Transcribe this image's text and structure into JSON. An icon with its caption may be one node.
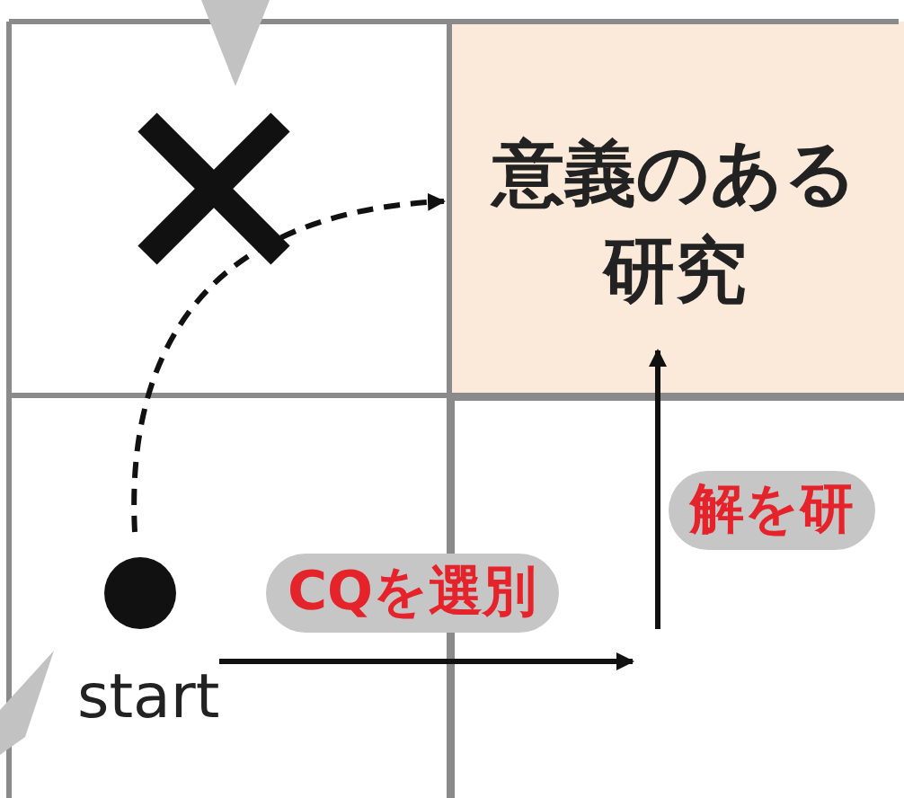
{
  "diagram": {
    "nodes": [
      {
        "text": [
          "意義のある研究"
        ]
      },
      {
        "text": [],
        "shape": "circle",
        "beside": [
          "start"
        ]
      },
      {
        "text": [],
        "shape": "box"
      }
    ],
    "edges": [
      {
        "from": 1,
        "to": 2,
        "arrow": "to",
        "label": "CQを選別"
      },
      {
        "from": 2,
        "to": 0,
        "arrow": "to",
        "label": "解を研"
      },
      {
        "from": 1,
        "to": 0,
        "arrow": "to",
        "style": "dashed"
      }
    ]
  }
}
